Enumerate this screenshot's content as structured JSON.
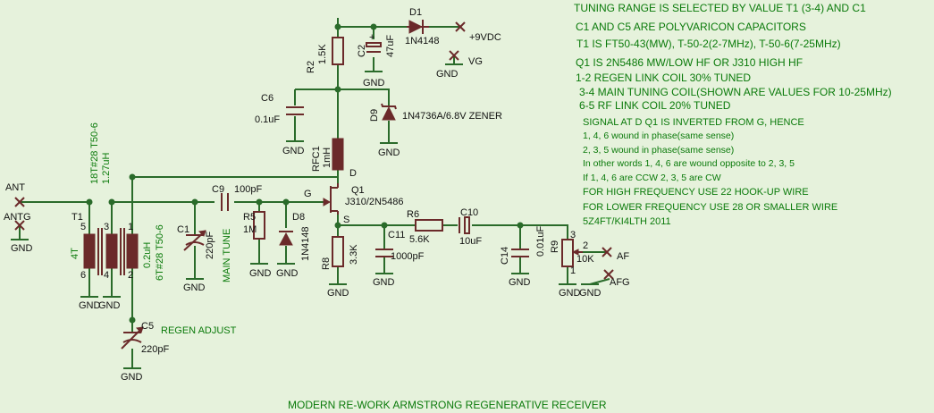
{
  "notes": [
    "TUNING RANGE IS SELECTED BY VALUE T1 (3-4) AND C1",
    "C1 AND C5 ARE POLYVARICON CAPACITORS",
    "T1 IS FT50-43(MW), T-50-2(2-7MHz), T-50-6(7-25MHz)",
    "Q1 IS 2N5486 MW/LOW HF OR J310 HIGH HF",
    "1-2 REGEN LINK COIL 30% TUNED",
    "3-4 MAIN TUNING COIL(SHOWN ARE VALUES FOR 10-25MHz)",
    "6-5 RF LINK COIL 20% TUNED",
    "SIGNAL AT D Q1 IS INVERTED FROM G, HENCE",
    "1, 4, 6 wound in phase(same sense)",
    "2, 3, 5 wound in phase(same sense)",
    "In other words 1, 4, 6 are wound opposite to 2, 3, 5",
    "If 1, 4, 6 are CCW 2, 3, 5 are CW",
    "FOR HIGH FREQUENCY USE 22 HOOK-UP WIRE",
    "FOR LOWER FREQUENCY USE 28 OR SMALLER WIRE",
    "5Z4FT/KI4LTH 2011"
  ],
  "title": "MODERN RE-WORK ARMSTRONG REGENERATIVE RECEIVER",
  "labels": {
    "d1_name": "D1",
    "d1_value": "1N4148",
    "vdc": "+9VDC",
    "vg": "VG",
    "r2_name": "R2",
    "r2_value": "1.5K",
    "c2_name": "C2",
    "c2_value": "47uF",
    "c6_name": "C6",
    "c6_value": "0.1uF",
    "d9_name": "D9",
    "d9_value": "1N4736A/6.8V ZENER",
    "rfc1_name": "RFC1",
    "rfc1_value": "1mH",
    "d": "D",
    "g": "G",
    "s": "S",
    "q1_name": "Q1",
    "q1_value": "J310/2N5486",
    "ant": "ANT",
    "antg": "ANTG",
    "t1_winding": "18T#28 T50-6",
    "t1_ind": "1.27uH",
    "t1_name": "T1",
    "t1_4t": "4T",
    "t1_02uh": "0.2uH",
    "t1_6t": "6T#28 T50-6",
    "c9_name": "C9",
    "c9_value": "100pF",
    "r5_name": "R5",
    "r5_value": "1M",
    "d8_name": "D8",
    "d8_value": "1N4148",
    "c1_name": "C1",
    "c1_value": "220pF",
    "main_tune": "MAIN TUNE",
    "r8_name": "R8",
    "r8_value": "3.3K",
    "c11_name": "C11",
    "c11_value": "1000pF",
    "r6_name": "R6",
    "r6_value": "5.6K",
    "c10_name": "C10",
    "c10_value": "10uF",
    "c14_name": "C14",
    "c14_value": "0.01uF",
    "r9_name": "R9",
    "r9_value": "10K",
    "af": "AF",
    "afg": "AFG",
    "c5_name": "C5",
    "c5_value": "220pF",
    "regen": "REGEN ADJUST",
    "gnd": "GND",
    "pin1": "1",
    "pin2": "2",
    "pin3": "3",
    "pin4": "4",
    "pin5": "5",
    "pin6": "6",
    "pot1": "1",
    "pot2": "2",
    "pot3": "3",
    "plus": "+"
  },
  "colors": {
    "background": "#e6f2dc",
    "wire": "#2a6b2a",
    "component": "#6b2a2a",
    "note_text": "#0a7a0a"
  }
}
